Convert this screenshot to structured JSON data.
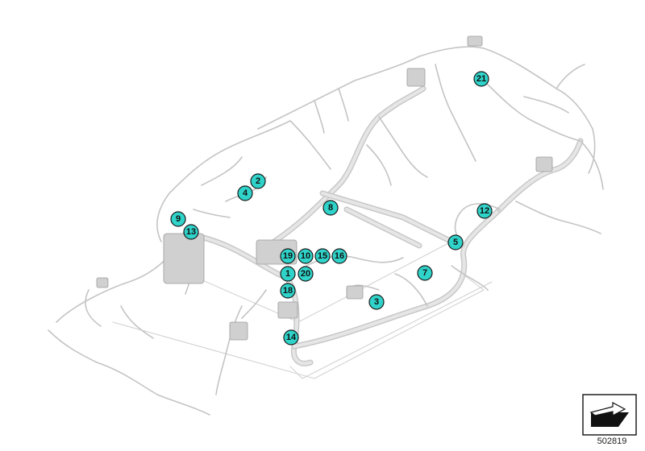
{
  "diagram": {
    "callouts": [
      "1",
      "2",
      "3",
      "4",
      "5",
      "7",
      "8",
      "9",
      "10",
      "12",
      "13",
      "14",
      "15",
      "16",
      "18",
      "19",
      "20",
      "21"
    ],
    "marker_color": "#2fd3c9",
    "wire_color": "#c4c4c4"
  },
  "reference": {
    "number": "502819",
    "icon": "arrow-reference-icon"
  }
}
